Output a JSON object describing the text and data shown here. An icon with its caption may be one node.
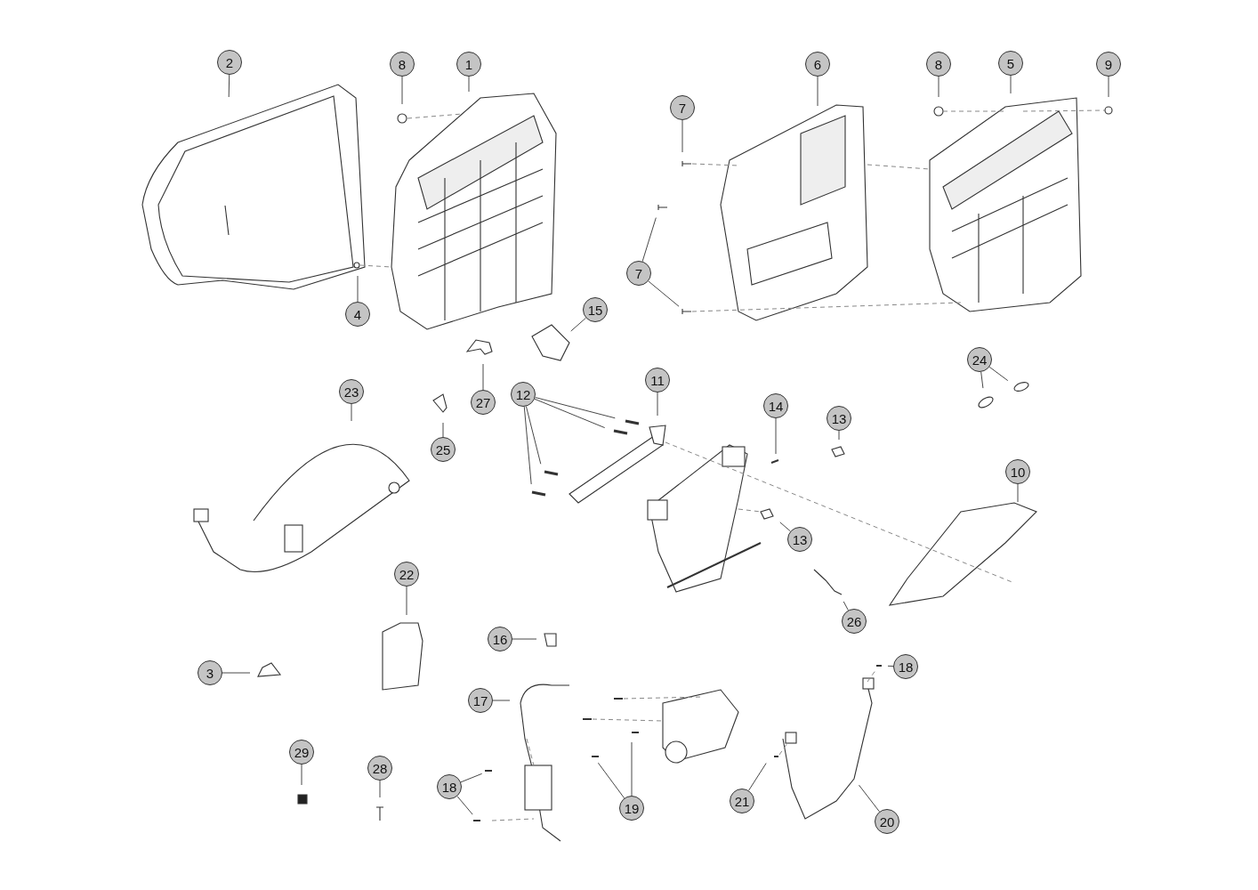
{
  "diagram": {
    "nodes": [
      {
        "text": [
          "2"
        ]
      },
      {
        "text": [
          "8"
        ]
      },
      {
        "text": [
          "1"
        ]
      },
      {
        "text": [
          "6"
        ]
      },
      {
        "text": [
          "7"
        ]
      },
      {
        "text": [
          "8"
        ]
      },
      {
        "text": [
          "5"
        ]
      },
      {
        "text": [
          "9"
        ]
      },
      {
        "text": [
          "7"
        ]
      },
      {
        "text": [
          "4"
        ]
      },
      {
        "text": [
          "15"
        ]
      },
      {
        "text": [
          "24"
        ]
      },
      {
        "text": [
          "23"
        ]
      },
      {
        "text": [
          "11"
        ]
      },
      {
        "text": [
          "14"
        ]
      },
      {
        "text": [
          "13"
        ]
      },
      {
        "text": [
          "12"
        ]
      },
      {
        "text": [
          "27"
        ]
      },
      {
        "text": [
          "25"
        ]
      },
      {
        "text": [
          "13"
        ]
      },
      {
        "text": [
          "10"
        ]
      },
      {
        "text": [
          "22"
        ]
      },
      {
        "text": [
          "26"
        ]
      },
      {
        "text": [
          "16"
        ]
      },
      {
        "text": [
          "3"
        ]
      },
      {
        "text": [
          "18"
        ]
      },
      {
        "text": [
          "17"
        ]
      },
      {
        "text": [
          "29"
        ]
      },
      {
        "text": [
          "28"
        ]
      },
      {
        "text": [
          "18"
        ]
      },
      {
        "text": [
          "19"
        ]
      },
      {
        "text": [
          "21"
        ]
      },
      {
        "text": [
          "20"
        ]
      }
    ],
    "edges": [
      {
        "from": 0,
        "to": null,
        "arrow": "none"
      },
      {
        "from": 1,
        "to": null,
        "arrow": "none"
      },
      {
        "from": 2,
        "to": null,
        "arrow": "none"
      },
      {
        "from": 3,
        "to": null,
        "arrow": "none"
      },
      {
        "from": 4,
        "to": null,
        "arrow": "none"
      },
      {
        "from": 5,
        "to": null,
        "arrow": "none"
      },
      {
        "from": 6,
        "to": null,
        "arrow": "none"
      },
      {
        "from": 7,
        "to": null,
        "arrow": "none"
      },
      {
        "from": 8,
        "to": null,
        "arrow": "none"
      },
      {
        "from": 8,
        "to": null,
        "arrow": "none"
      },
      {
        "from": 9,
        "to": null,
        "arrow": "none"
      },
      {
        "from": 10,
        "to": null,
        "arrow": "none"
      },
      {
        "from": 11,
        "to": null,
        "arrow": "none"
      },
      {
        "from": 11,
        "to": null,
        "arrow": "none"
      },
      {
        "from": 12,
        "to": null,
        "arrow": "none"
      },
      {
        "from": 13,
        "to": null,
        "arrow": "none"
      },
      {
        "from": 14,
        "to": null,
        "arrow": "none"
      },
      {
        "from": 15,
        "to": null,
        "arrow": "none"
      },
      {
        "from": 16,
        "to": null,
        "arrow": "none"
      },
      {
        "from": 16,
        "to": null,
        "arrow": "none"
      },
      {
        "from": 16,
        "to": null,
        "arrow": "none"
      },
      {
        "from": 16,
        "to": null,
        "arrow": "none"
      },
      {
        "from": 17,
        "to": null,
        "arrow": "none"
      },
      {
        "from": 18,
        "to": null,
        "arrow": "none"
      },
      {
        "from": 19,
        "to": null,
        "arrow": "none"
      },
      {
        "from": 20,
        "to": null,
        "arrow": "none"
      },
      {
        "from": 21,
        "to": null,
        "arrow": "none"
      },
      {
        "from": 22,
        "to": null,
        "arrow": "none"
      },
      {
        "from": 23,
        "to": null,
        "arrow": "none"
      },
      {
        "from": 24,
        "to": null,
        "arrow": "none"
      },
      {
        "from": 25,
        "to": null,
        "arrow": "none"
      },
      {
        "from": 26,
        "to": null,
        "arrow": "none"
      },
      {
        "from": 27,
        "to": null,
        "arrow": "none"
      },
      {
        "from": 28,
        "to": null,
        "arrow": "none"
      },
      {
        "from": 29,
        "to": null,
        "arrow": "none"
      },
      {
        "from": 29,
        "to": null,
        "arrow": "none"
      },
      {
        "from": 30,
        "to": null,
        "arrow": "none"
      },
      {
        "from": 30,
        "to": null,
        "arrow": "none"
      },
      {
        "from": 31,
        "to": null,
        "arrow": "none"
      },
      {
        "from": 32,
        "to": null,
        "arrow": "none"
      }
    ]
  }
}
